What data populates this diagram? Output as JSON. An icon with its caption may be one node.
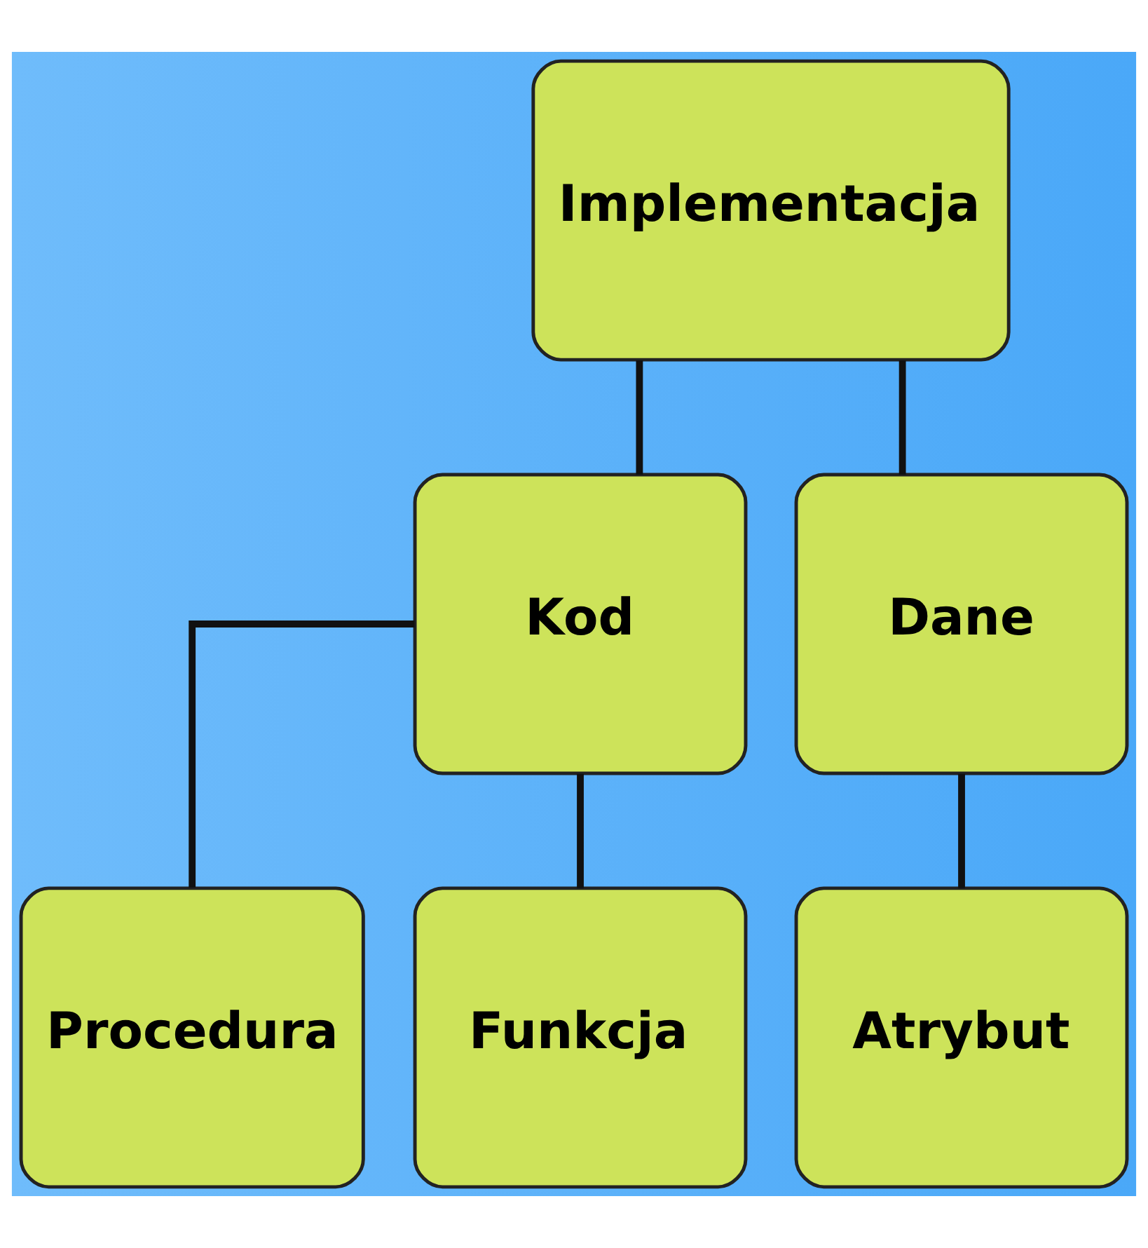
{
  "diagram": {
    "nodes": [
      {
        "text": [
          "Implementacja"
        ]
      },
      {
        "text": [
          "Kod"
        ]
      },
      {
        "text": [
          "Dane"
        ]
      },
      {
        "text": [
          "Procedura"
        ]
      },
      {
        "text": [
          "Funkcja"
        ]
      },
      {
        "text": [
          "Atrybut"
        ]
      }
    ],
    "edges": [
      {
        "from": 0,
        "to": 1,
        "arrow": "none"
      },
      {
        "from": 0,
        "to": 2,
        "arrow": "none"
      },
      {
        "from": 1,
        "to": 3,
        "arrow": "none"
      },
      {
        "from": 1,
        "to": 4,
        "arrow": "none"
      },
      {
        "from": 2,
        "to": 5,
        "arrow": "none"
      }
    ]
  }
}
